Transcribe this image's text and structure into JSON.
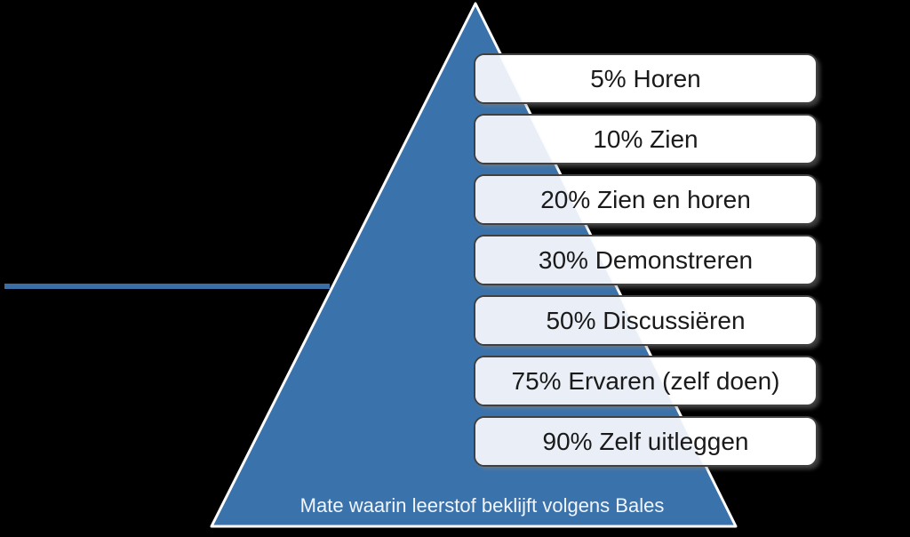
{
  "background_color": "#000000",
  "pyramid": {
    "fill_color": "#3a72ac",
    "outline_color": "#ffffff",
    "caption": "Mate waarin leerstof beklijft volgens Bales",
    "caption_color": "#f2f5fa"
  },
  "divider_line": {
    "color": "#3a6ea5"
  },
  "box_style": {
    "fill_color": "#ffffff",
    "overlap_tint_color": "#e9eef7",
    "border_color": "#404040",
    "text_color": "#1a1a1a"
  },
  "levels": [
    {
      "value": 5,
      "label": "5% Horen"
    },
    {
      "value": 10,
      "label": "10% Zien"
    },
    {
      "value": 20,
      "label": "20% Zien en horen"
    },
    {
      "value": 30,
      "label": "30% Demonstreren"
    },
    {
      "value": 50,
      "label": "50% Discussiëren"
    },
    {
      "value": 75,
      "label": "75% Ervaren (zelf doen)"
    },
    {
      "value": 90,
      "label": "90% Zelf uitleggen"
    }
  ]
}
